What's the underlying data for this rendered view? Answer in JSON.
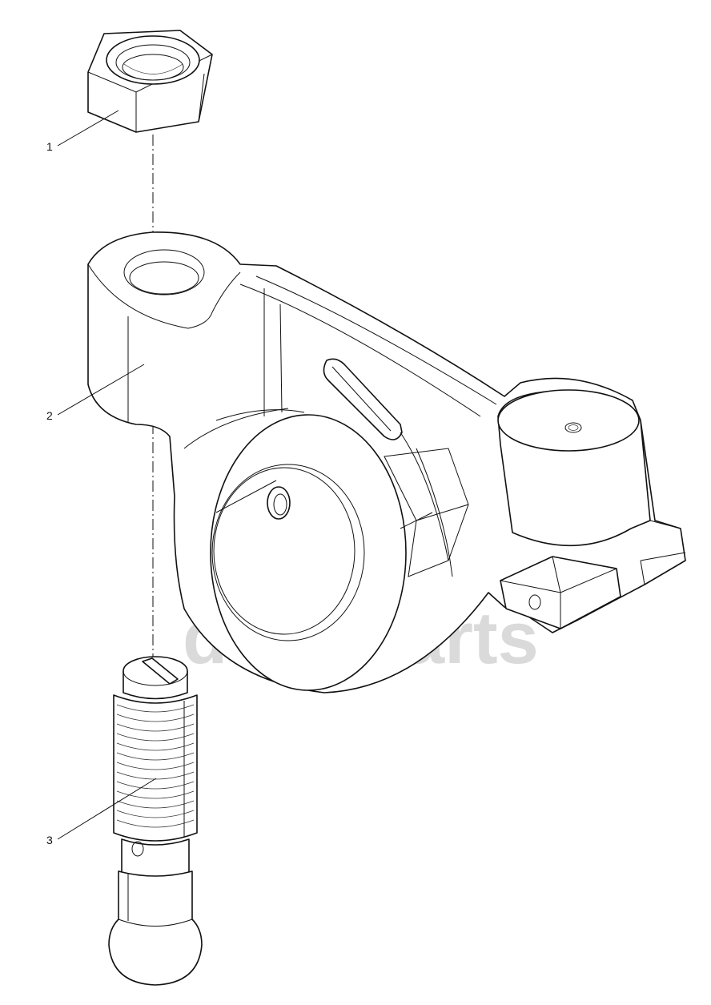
{
  "callouts": [
    {
      "number": "1",
      "part": "nut"
    },
    {
      "number": "2",
      "part": "rocker-arm"
    },
    {
      "number": "3",
      "part": "adjusting-screw"
    }
  ],
  "watermark": {
    "text": "data-parts",
    "color": "#bdbdbd"
  },
  "colors": {
    "line": "#111111",
    "background": "#ffffff"
  }
}
